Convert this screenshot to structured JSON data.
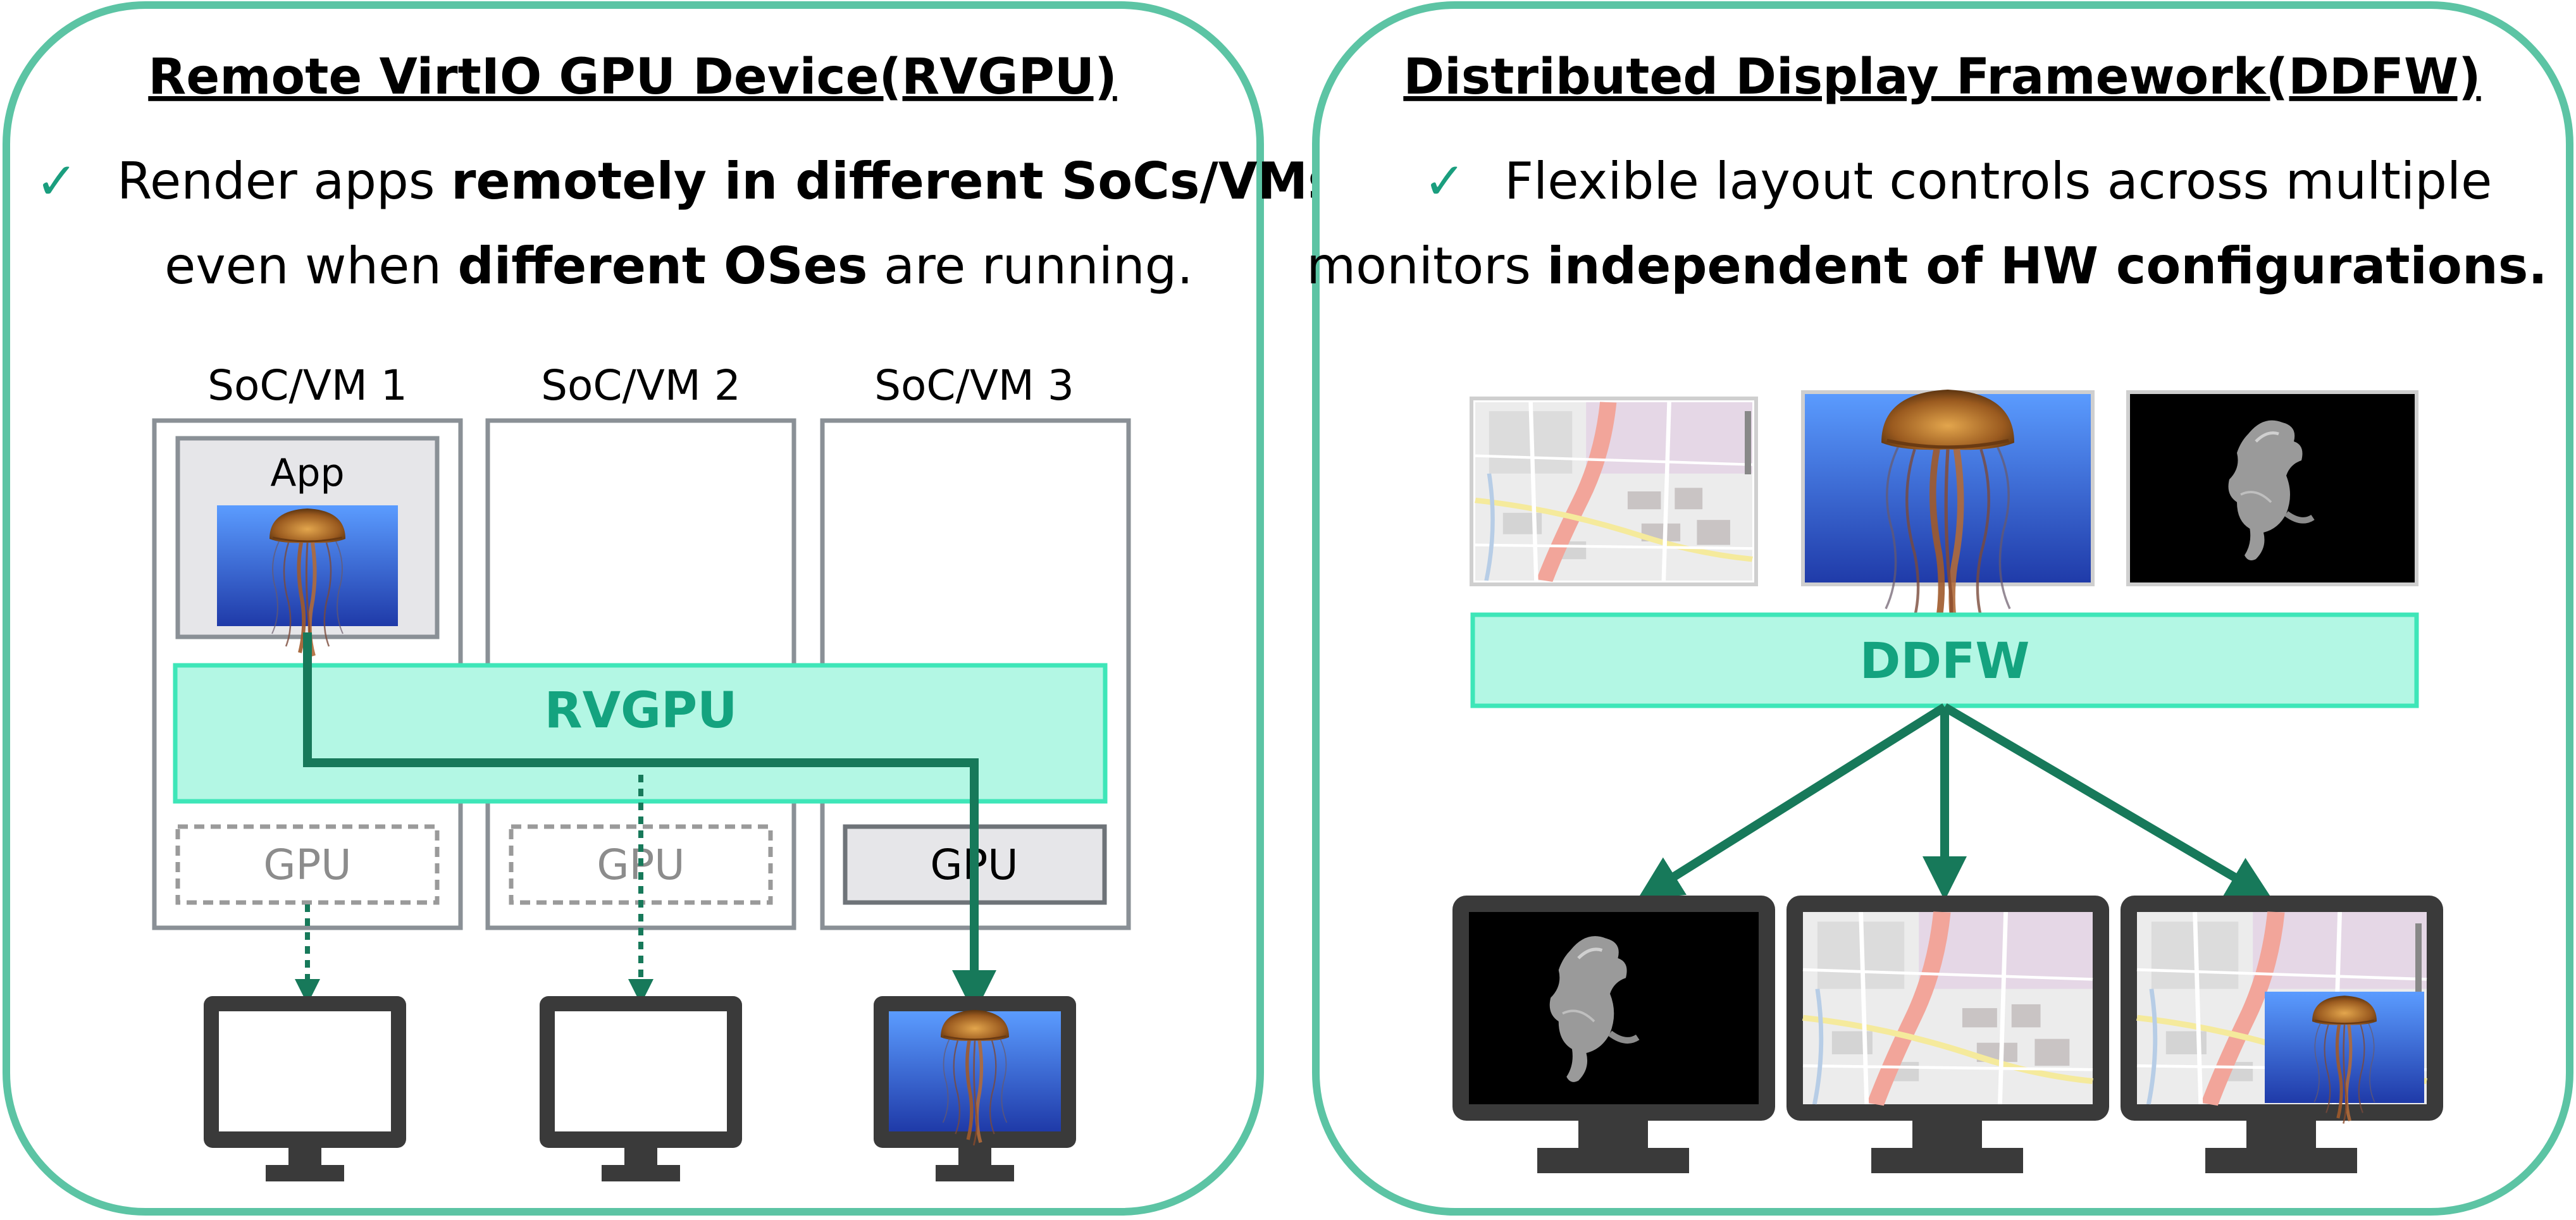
{
  "left_panel": {
    "title": "Remote VirtIO GPU Device(RVGPU)",
    "check": "✓",
    "line1_pre": "Render apps ",
    "line1_bold": "remotely in different SoCs/VMs",
    "line2_pre": "even when ",
    "line2_bold": "different OSes",
    "line2_post": " are running.",
    "socs": [
      {
        "label": "SoC/VM 1",
        "gpu": "GPU",
        "gpu_active": false
      },
      {
        "label": "SoC/VM 2",
        "gpu": "GPU",
        "gpu_active": false
      },
      {
        "label": "SoC/VM 3",
        "gpu": "GPU",
        "gpu_active": true
      }
    ],
    "app_label": "App",
    "bar_label": "RVGPU"
  },
  "right_panel": {
    "title": "Distributed Display Framework(DDFW)",
    "check": "✓",
    "line1": "Flexible layout controls across multiple",
    "line2_pre": "monitors ",
    "line2_bold": "independent of HW configurations.",
    "bar_label": "DDFW",
    "sources": [
      "map-thumbnail",
      "jellyfish-thumbnail",
      "horse-thumbnail"
    ],
    "monitors": [
      "horse-display",
      "map-display",
      "map-with-jellyfish-display"
    ]
  },
  "colors": {
    "panel_border": "#5cc4a4",
    "bar_fill": "#b3f7e4",
    "bar_stroke": "#3ee6b8",
    "bar_text": "#14a37f",
    "arrow": "#17795a",
    "box_stroke": "#8a9096",
    "monitor": "#3a3a3a",
    "check": "#1a9e7e"
  }
}
